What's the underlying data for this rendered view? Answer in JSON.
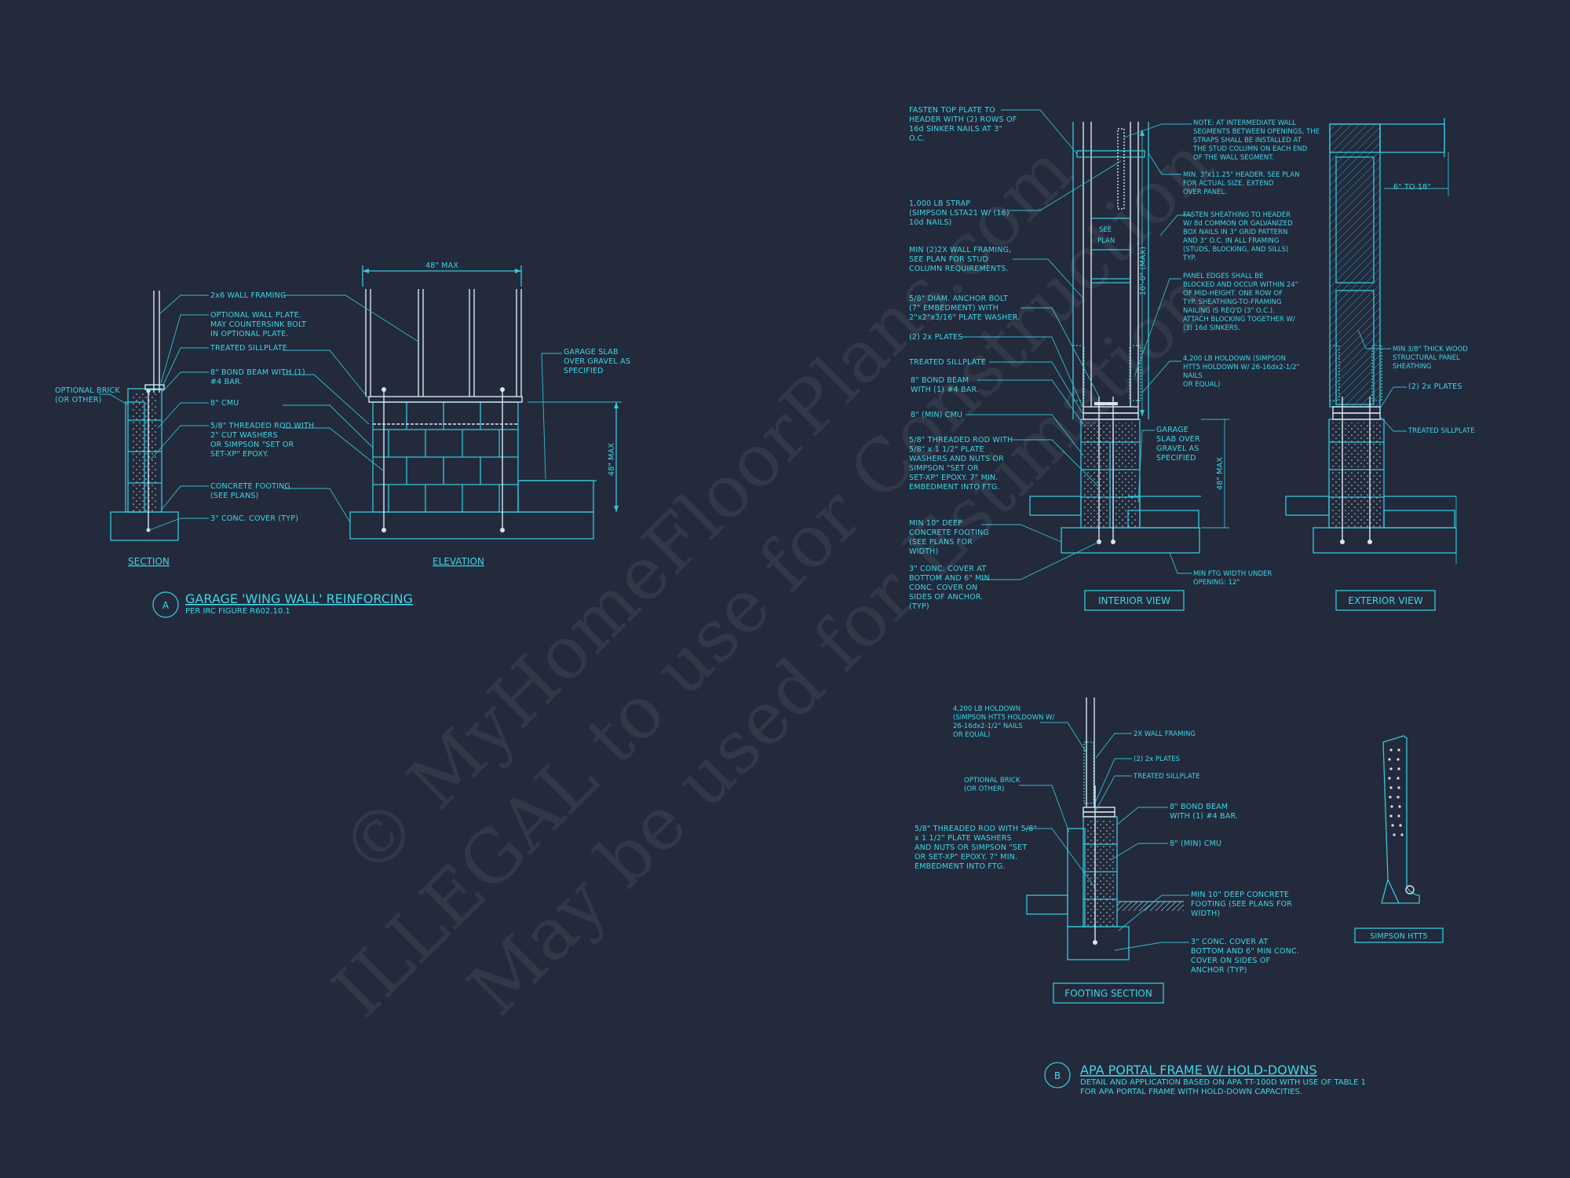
{
  "detail_a": {
    "marker": "A",
    "title": "GARAGE 'WING WALL' REINFORCING",
    "subtitle": "PER IRC FIGURE R602.10.1",
    "section_caption": "SECTION",
    "elevation_caption": "ELEVATION",
    "dim_width": "48\" MAX",
    "dim_height": "48\" MAX",
    "labels": {
      "wall_framing": "2x6 WALL FRAMING",
      "wall_plate": [
        "OPTIONAL WALL PLATE.",
        "MAY COUNTERSINK BOLT",
        "IN OPTIONAL PLATE."
      ],
      "sillplate": "TREATED SILLPLATE",
      "bond_beam": [
        "8\" BOND BEAM WITH (1)",
        "#4 BAR."
      ],
      "brick": [
        "OPTIONAL BRICK",
        "(OR OTHER)"
      ],
      "cmu": "8\" CMU",
      "rod": [
        "5/8\" THREADED ROD WITH",
        "2\" CUT WASHERS",
        "OR SIMPSON \"SET OR",
        "SET-XP\" EPOXY."
      ],
      "footing": [
        "CONCRETE FOOTING",
        "(SEE PLANS)"
      ],
      "cover": "3\" CONC. COVER (TYP)",
      "slab": [
        "GARAGE SLAB",
        "OVER GRAVEL AS",
        "SPECIFIED"
      ]
    }
  },
  "detail_b": {
    "marker": "B",
    "title": "APA PORTAL FRAME W/ HOLD-DOWNS",
    "note_lines": [
      "DETAIL AND APPLICATION BASED ON APA TT-100D WITH USE OF TABLE 1",
      "FOR APA PORTAL FRAME WITH HOLD-DOWN CAPACITIES."
    ],
    "interior_caption": "INTERIOR VIEW",
    "exterior_caption": "EXTERIOR VIEW",
    "footing_caption": "FOOTING SECTION",
    "simpson_caption": "SIMPSON HTT5",
    "see_plan": [
      "SEE",
      "PLAN"
    ],
    "dim_height": "10'-0\" (MAX)",
    "dim_foundation": "48\" MAX",
    "dim_header": "6\" TO 18\"",
    "left_labels": {
      "top_plate": [
        "FASTEN TOP PLATE TO",
        "HEADER WITH (2) ROWS OF",
        "16d SINKER NAILS AT 3\"",
        "O.C."
      ],
      "strap": [
        "1,000 LB STRAP",
        "(SIMPSON LSTA21 W/ (16)",
        "10d NAILS)"
      ],
      "framing": [
        "MIN (2)2X WALL FRAMING,",
        "SEE PLAN FOR STUD",
        "COLUMN REQUIREMENTS."
      ],
      "anchor_bolt": [
        "5/8\" DIAM. ANCHOR BOLT",
        "(7\" EMBEDMENT) WITH",
        "2\"x2\"x3/16\" PLATE WASHER."
      ],
      "plates": "(2) 2x PLATES",
      "sillplate": "TREATED SILLPLATE",
      "bond_beam": [
        "8\" BOND BEAM",
        "WITH (1) #4 BAR."
      ],
      "cmu": "8\" (MIN) CMU",
      "rod": [
        "5/8\" THREADED ROD WITH",
        "5/8\" x 1 1/2\" PLATE",
        "WASHERS AND NUTS OR",
        "SIMPSON \"SET OR",
        "SET-XP\" EPOXY. 7\" MIN.",
        "EMBEDMENT INTO FTG."
      ],
      "footing": [
        "MIN 10\" DEEP",
        "CONCRETE FOOTING",
        "(SEE PLANS FOR",
        "WIDTH)"
      ],
      "cover": [
        "3\" CONC. COVER AT",
        "BOTTOM AND 6\" MIN",
        "CONC. COVER ON",
        "SIDES OF ANCHOR.",
        "(TYP)"
      ]
    },
    "right_labels": {
      "note": [
        "NOTE: AT INTERMEDIATE WALL",
        "SEGMENTS BETWEEN OPENINGS, THE",
        "STRAPS SHALL BE INSTALLED AT",
        "THE STUD COLUMN ON EACH END",
        "OF THE WALL SEGMENT."
      ],
      "header": [
        "MIN. 3\"x11.25\" HEADER. SEE PLAN",
        "FOR ACTUAL SIZE. EXTEND",
        "OVER PANEL."
      ],
      "sheathing": [
        "FASTEN SHEATHING TO HEADER",
        "W/ 8d COMMON OR GALVANIZED",
        "BOX NAILS IN 3\" GRID PATTERN",
        "AND 3\" O.C. IN ALL FRAMING",
        "(STUDS, BLOCKING, AND SILLS)",
        "TYP."
      ],
      "panel_edges": [
        "PANEL EDGES SHALL BE",
        "BLOCKED AND OCCUR WITHIN 24\"",
        "OF MID-HEIGHT. ONE ROW OF",
        "TYP. SHEATHING-TO-FRAMING",
        "NAILING IS REQ'D (3\" O.C.).",
        "ATTACH BLOCKING TOGETHER W/",
        "(3) 16d SINKERS."
      ],
      "holdown": [
        "4,200 LB HOLDOWN (SIMPSON",
        "HTT5 HOLDOWN W/ 26-16dx2-1/2\"",
        "NAILS",
        "OR EQUAL)"
      ],
      "slab": [
        "GARAGE",
        "SLAB OVER",
        "GRAVEL AS",
        "SPECIFIED"
      ],
      "ftg_width": [
        "MIN FTG WIDTH UNDER",
        "OPENING: 12\""
      ],
      "wood_panel": [
        "MIN 3/8\" THICK WOOD",
        "STRUCTURAL PANEL",
        "SHEATHING"
      ],
      "ext_plates": "(2) 2x PLATES",
      "ext_sillplate": "TREATED SILLPLATE"
    },
    "footing_labels": {
      "holdown": [
        "4,200 LB HOLDOWN",
        "(SIMPSON HTT5 HOLDOWN W/",
        "26-16dx2-1/2\" NAILS",
        "OR EQUAL)"
      ],
      "framing": "2X WALL FRAMING",
      "plates": "(2) 2x PLATES",
      "sillplate": "TREATED SILLPLATE",
      "brick": [
        "OPTIONAL BRICK",
        "(OR OTHER)"
      ],
      "bond_beam": [
        "8\" BOND BEAM",
        "WITH (1) #4 BAR."
      ],
      "cmu": "8\" (MIN) CMU",
      "rod": [
        "5/8\" THREADED ROD WITH 5/8\"",
        "x 1 1/2\" PLATE WASHERS",
        "AND NUTS OR SIMPSON \"SET",
        "OR SET-XP\" EPOXY. 7\" MIN.",
        "EMBEDMENT INTO FTG."
      ],
      "footing": [
        "MIN 10\" DEEP CONCRETE",
        "FOOTING (SEE PLANS FOR",
        "WIDTH)"
      ],
      "cover": [
        "3\" CONC. COVER AT",
        "BOTTOM AND 6\" MIN CONC.",
        "COVER ON SIDES OF",
        "ANCHOR (TYP)"
      ]
    }
  },
  "watermark": [
    "© MyHomeFloorPlans.com",
    "ILLEGAL to use for Construction",
    "May be used for Estimation"
  ],
  "colors": {
    "background": "#222a3c",
    "line": "#37c8d8",
    "white_line": "#d8e6ef"
  }
}
